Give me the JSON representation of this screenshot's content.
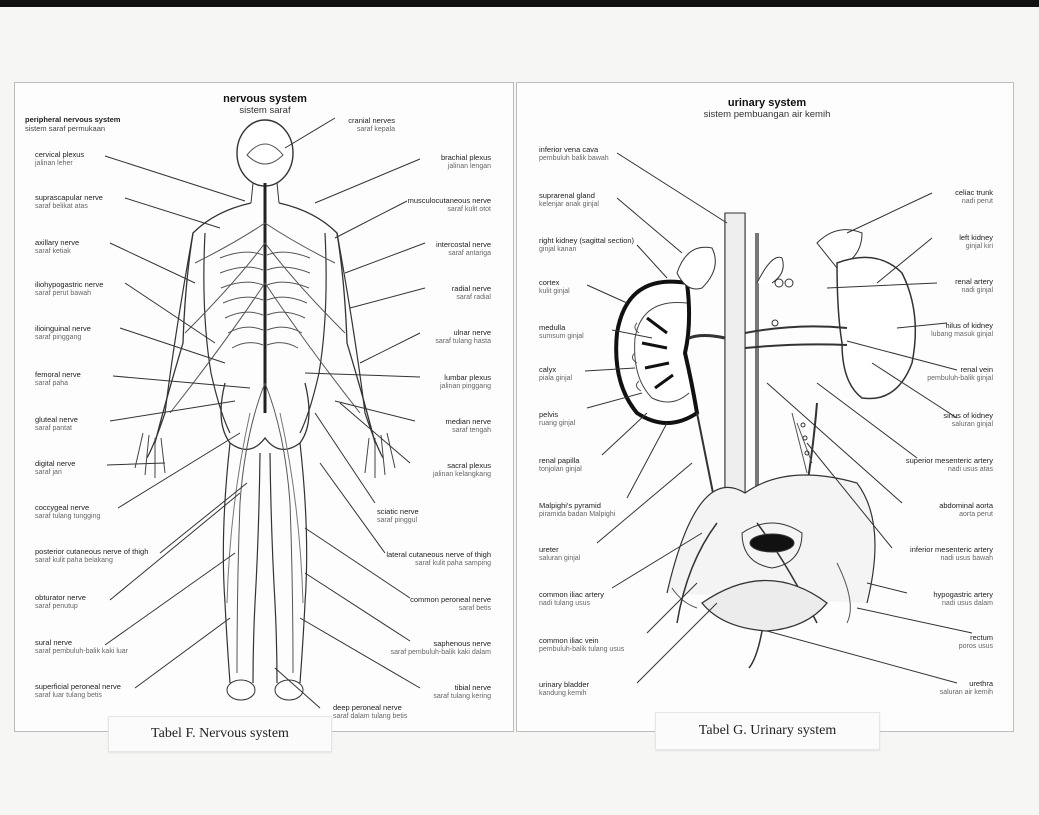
{
  "nervous": {
    "title": "nervous system",
    "title_id": "sistem saraf",
    "subtitle": "peripheral nervous system",
    "subtitle_id": "sistem saraf permukaan",
    "labels_left": [
      {
        "en": "cervical plexus",
        "id": "jalinan leher"
      },
      {
        "en": "suprascapular nerve",
        "id": "saraf belikat atas"
      },
      {
        "en": "axillary nerve",
        "id": "saraf ketiak"
      },
      {
        "en": "iliohypogastric nerve",
        "id": "saraf perut bawah"
      },
      {
        "en": "ilioinguinal nerve",
        "id": "saraf pinggang"
      },
      {
        "en": "femoral nerve",
        "id": "saraf paha"
      },
      {
        "en": "gluteal nerve",
        "id": "saraf pantat"
      },
      {
        "en": "digital nerve",
        "id": "saraf jari"
      },
      {
        "en": "coccygeal nerve",
        "id": "saraf tulang tungging"
      },
      {
        "en": "posterior cutaneous nerve of thigh",
        "id": "saraf kulit paha belakang"
      },
      {
        "en": "obturator nerve",
        "id": "saraf penutup"
      },
      {
        "en": "sural nerve",
        "id": "saraf pembuluh-balik kaki luar"
      },
      {
        "en": "superficial peroneal nerve",
        "id": "saraf luar tulang betis"
      }
    ],
    "labels_right": [
      {
        "en": "cranial nerves",
        "id": "saraf kepala"
      },
      {
        "en": "brachial plexus",
        "id": "jalinan lengan"
      },
      {
        "en": "musculocutaneous nerve",
        "id": "saraf kulit otot"
      },
      {
        "en": "intercostal nerve",
        "id": "saraf antariga"
      },
      {
        "en": "radial nerve",
        "id": "saraf radial"
      },
      {
        "en": "ulnar nerve",
        "id": "saraf tulang hasta"
      },
      {
        "en": "lumbar plexus",
        "id": "jalinan pinggang"
      },
      {
        "en": "median nerve",
        "id": "saraf tengah"
      },
      {
        "en": "sacral plexus",
        "id": "jalinan kelangkang"
      },
      {
        "en": "sciatic nerve",
        "id": "saraf pinggul"
      },
      {
        "en": "lateral cutaneous nerve of thigh",
        "id": "saraf kulit paha samping"
      },
      {
        "en": "common peroneal nerve",
        "id": "saraf betis"
      },
      {
        "en": "saphenous nerve",
        "id": "saraf pembuluh-balik kaki dalam"
      },
      {
        "en": "tibial nerve",
        "id": "saraf tulang kering"
      },
      {
        "en": "deep peroneal nerve",
        "id": "saraf dalam tulang betis"
      }
    ],
    "caption": "Tabel F. Nervous system"
  },
  "urinary": {
    "title": "urinary system",
    "title_id": "sistem pembuangan air kemih",
    "labels_left": [
      {
        "en": "inferior vena cava",
        "id": "pembuluh balik bawah"
      },
      {
        "en": "suprarenal gland",
        "id": "kelenjar anak ginjal"
      },
      {
        "en": "right kidney (sagittal section)",
        "id": "ginjal kanan"
      },
      {
        "en": "cortex",
        "id": "kulit ginjal"
      },
      {
        "en": "medulla",
        "id": "sumsum ginjal"
      },
      {
        "en": "calyx",
        "id": "piala ginjal"
      },
      {
        "en": "pelvis",
        "id": "ruang ginjal"
      },
      {
        "en": "renal papilla",
        "id": "tonjolan ginjal"
      },
      {
        "en": "Malpighi's pyramid",
        "id": "piramida badan Malpighi"
      },
      {
        "en": "ureter",
        "id": "saluran ginjal"
      },
      {
        "en": "common iliac artery",
        "id": "nadi tulang usus"
      },
      {
        "en": "common iliac vein",
        "id": "pembuluh-balik tulang usus"
      },
      {
        "en": "urinary bladder",
        "id": "kandung kemih"
      }
    ],
    "labels_right": [
      {
        "en": "celiac trunk",
        "id": "nadi perut"
      },
      {
        "en": "left kidney",
        "id": "ginjal kiri"
      },
      {
        "en": "renal artery",
        "id": "nadi ginjal"
      },
      {
        "en": "hilus of kidney",
        "id": "lubang masuk ginjal"
      },
      {
        "en": "renal vein",
        "id": "pembuluh-balik ginjal"
      },
      {
        "en": "sinus of kidney",
        "id": "saluran ginjal"
      },
      {
        "en": "superior mesenteric artery",
        "id": "nadi usus atas"
      },
      {
        "en": "abdominal aorta",
        "id": "aorta perut"
      },
      {
        "en": "inferior mesenteric artery",
        "id": "nadi usus bawah"
      },
      {
        "en": "hypogastric artery",
        "id": "nadi usus dalam"
      },
      {
        "en": "rectum",
        "id": "poros usus"
      },
      {
        "en": "urethra",
        "id": "saluran air kemih"
      }
    ],
    "caption": "Tabel G. Urinary system"
  }
}
